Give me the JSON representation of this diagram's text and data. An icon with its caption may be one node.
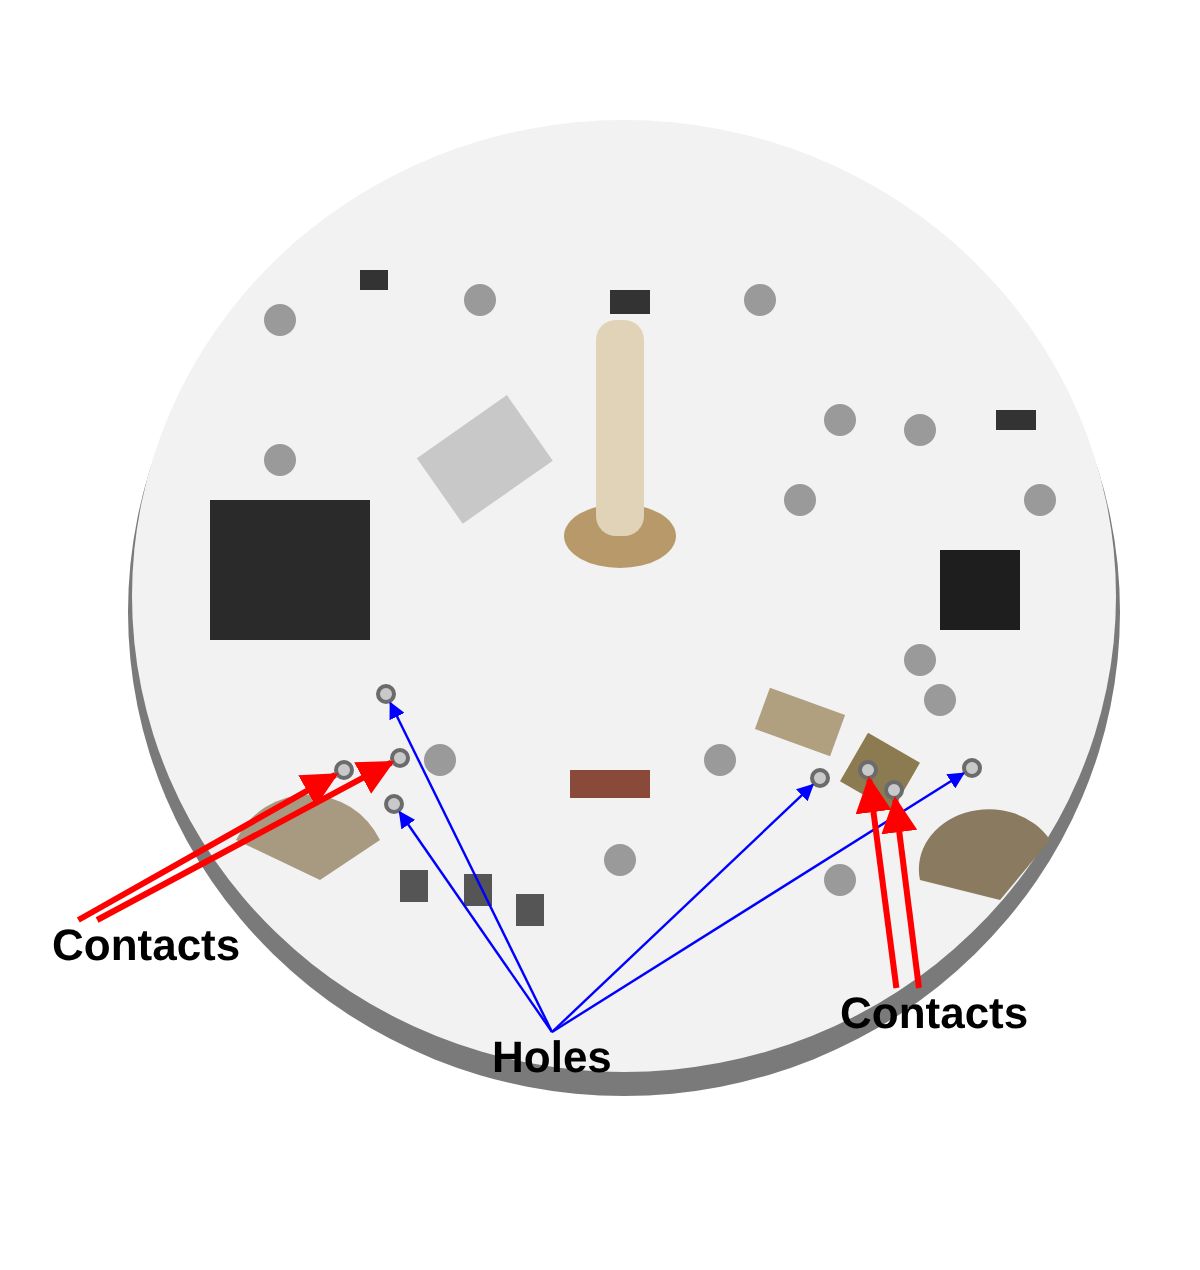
{
  "diagram": {
    "nodes": [
      {
        "text": [
          "Contacts"
        ]
      },
      {
        "text": [
          "Holes"
        ]
      },
      {
        "text": [
          "Contacts"
        ]
      },
      {
        "text": [],
        "shape": "circle"
      },
      {
        "text": [],
        "shape": "circle"
      },
      {
        "text": [],
        "shape": "circle"
      },
      {
        "text": [],
        "shape": "circle"
      },
      {
        "text": [],
        "shape": "circle"
      },
      {
        "text": [],
        "shape": "circle"
      },
      {
        "text": [],
        "shape": "circle"
      },
      {
        "text": [],
        "shape": "circle"
      }
    ],
    "edges": [
      {
        "from": 0,
        "to": 3,
        "arrow": "to",
        "style": "thick",
        "color": "#ff0000"
      },
      {
        "from": 0,
        "to": 4,
        "arrow": "to",
        "style": "thick",
        "color": "#ff0000"
      },
      {
        "from": 1,
        "to": 5,
        "arrow": "to",
        "color": "#0000ff"
      },
      {
        "from": 1,
        "to": 6,
        "arrow": "to",
        "color": "#0000ff"
      },
      {
        "from": 1,
        "to": 7,
        "arrow": "to",
        "color": "#0000ff"
      },
      {
        "from": 1,
        "to": 8,
        "arrow": "to",
        "color": "#0000ff"
      },
      {
        "from": 2,
        "to": 9,
        "arrow": "to",
        "style": "thick",
        "color": "#ff0000"
      },
      {
        "from": 2,
        "to": 10,
        "arrow": "to",
        "style": "thick",
        "color": "#ff0000"
      }
    ]
  }
}
